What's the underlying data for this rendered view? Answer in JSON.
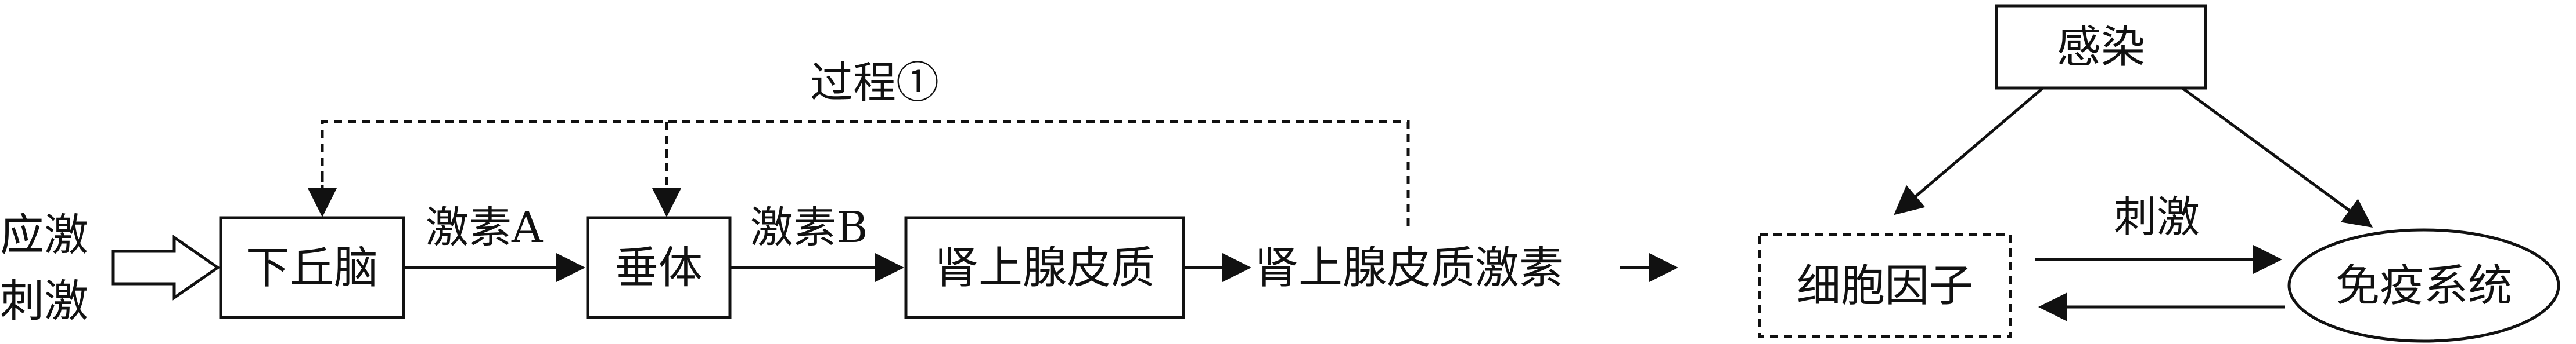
{
  "diagram": {
    "left": {
      "stimulus_line1": "应激",
      "stimulus_line2": "刺激",
      "hypothalamus": "下丘脑",
      "pituitary": "垂体",
      "adrenal_cortex": "肾上腺皮质",
      "hormone_a": "激素A",
      "hormone_b": "激素B",
      "adrenal_cortex_hormone": "肾上腺皮质激素",
      "process_label": "过程①"
    },
    "right": {
      "infection": "感染",
      "cytokine": "细胞因子",
      "immune_system": "免疫系统",
      "stimulate_label": "刺激"
    }
  }
}
